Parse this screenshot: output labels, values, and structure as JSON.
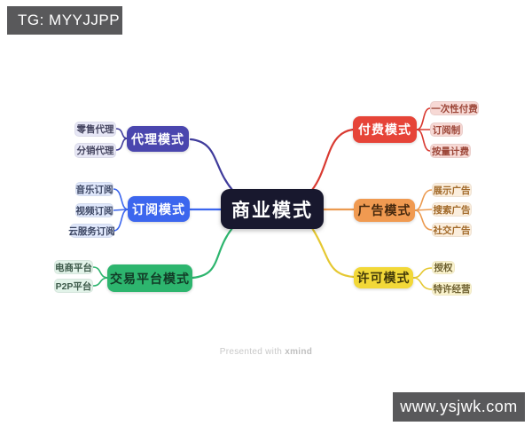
{
  "watermarks": {
    "top_left": "TG: MYYJJPP",
    "bottom_right": "www.ysjwk.com",
    "bar_bg": "#59595b",
    "text_color": "#ffffff"
  },
  "footer": {
    "prefix": "Presented with ",
    "brand": "xmind"
  },
  "mindmap": {
    "root": {
      "label": "商业模式",
      "bg": "#18182e",
      "fg": "#ffffff"
    },
    "branches": [
      {
        "name": "agency",
        "label": "代理模式",
        "bg": "#4a46ae",
        "fg": "#ffffff",
        "line": "#3f3b9b",
        "child_bg": "#e7e7f6",
        "child_fg": "#44445f",
        "children": [
          "零售代理",
          "分销代理"
        ]
      },
      {
        "name": "subscription",
        "label": "订阅模式",
        "bg": "#3c66ee",
        "fg": "#ffffff",
        "line": "#3c66ee",
        "child_bg": "#dfe7fb",
        "child_fg": "#3c4663",
        "children": [
          "音乐订阅",
          "视频订阅",
          "云服务订阅"
        ]
      },
      {
        "name": "marketplace",
        "label": "交易平台模式",
        "bg": "#2db56e",
        "fg": "#123a26",
        "line": "#2db56e",
        "child_bg": "#e2f3e9",
        "child_fg": "#3d5a4a",
        "children": [
          "电商平台",
          "P2P平台"
        ]
      },
      {
        "name": "paid",
        "label": "付费模式",
        "bg": "#e64438",
        "fg": "#ffffff",
        "line": "#d93a31",
        "child_bg": "#f7d9d5",
        "child_fg": "#9c4638",
        "children": [
          "一次性付费",
          "订阅制",
          "按量计费"
        ]
      },
      {
        "name": "advertising",
        "label": "广告模式",
        "bg": "#f09a51",
        "fg": "#46290e",
        "line": "#eb9a50",
        "child_bg": "#fbeedd",
        "child_fg": "#a26a2a",
        "children": [
          "展示广告",
          "搜索广告",
          "社交广告"
        ]
      },
      {
        "name": "licensing",
        "label": "许可模式",
        "bg": "#f2d838",
        "fg": "#433a0a",
        "line": "#e5c832",
        "child_bg": "#fbf4cf",
        "child_fg": "#6e6030",
        "children": [
          "授权",
          "特许经营"
        ]
      }
    ]
  }
}
